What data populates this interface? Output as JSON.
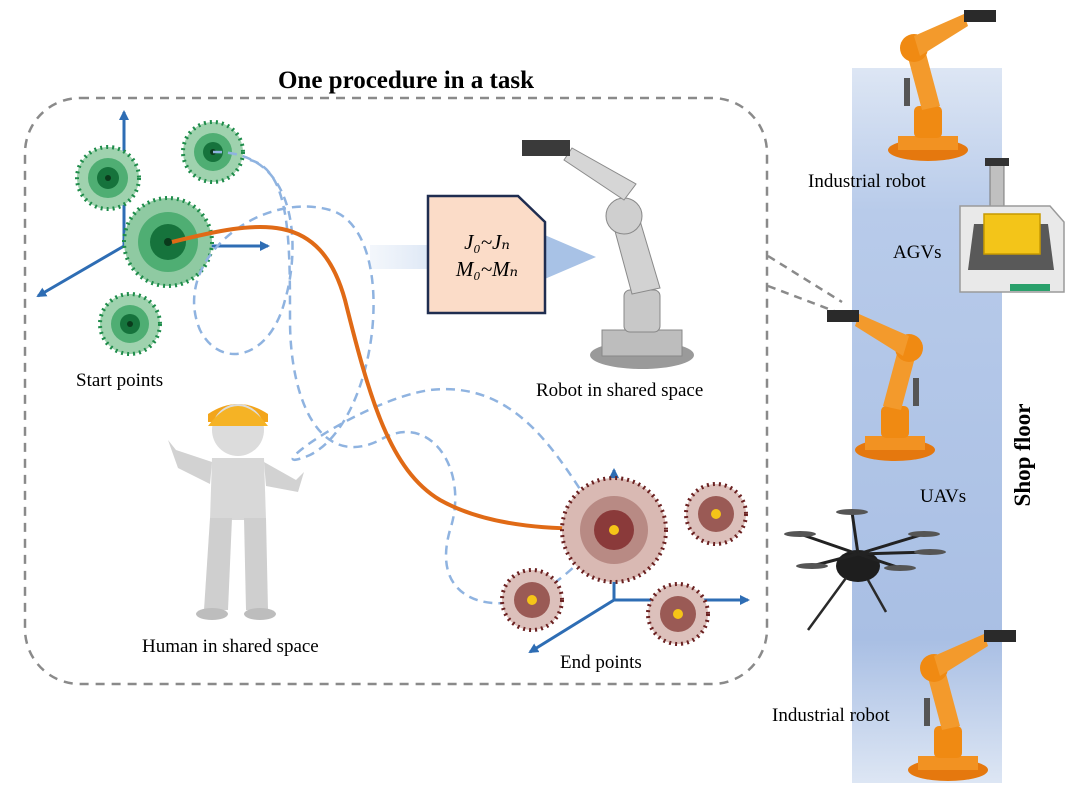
{
  "title": "One procedure in a task",
  "labels": {
    "start_points": "Start points",
    "end_points": "End points",
    "human": "Human in shared space",
    "robot_shared": "Robot in shared space",
    "industrial_robot_top": "Industrial robot",
    "industrial_robot_bottom": "Industrial robot",
    "agvs": "AGVs",
    "uavs": "UAVs",
    "shop_floor": "Shop floor"
  },
  "motion_box": {
    "line1": "J₀~Jₙ",
    "line2": "M₀~Mₙ"
  },
  "colors": {
    "axis": "#2e6db4",
    "main_path": "#e06a16",
    "alt_path": "#8fb3e0",
    "start_green": "#1e8c4a",
    "end_maroon": "#7a2d2d",
    "box_fill": "#fbdcc8",
    "strip": "#aec2e6",
    "robot_orange": "#f08a12"
  },
  "icons": [
    "worker-figure-icon",
    "robot-arm-icon",
    "agv-icon",
    "drone-icon",
    "document-icon"
  ]
}
